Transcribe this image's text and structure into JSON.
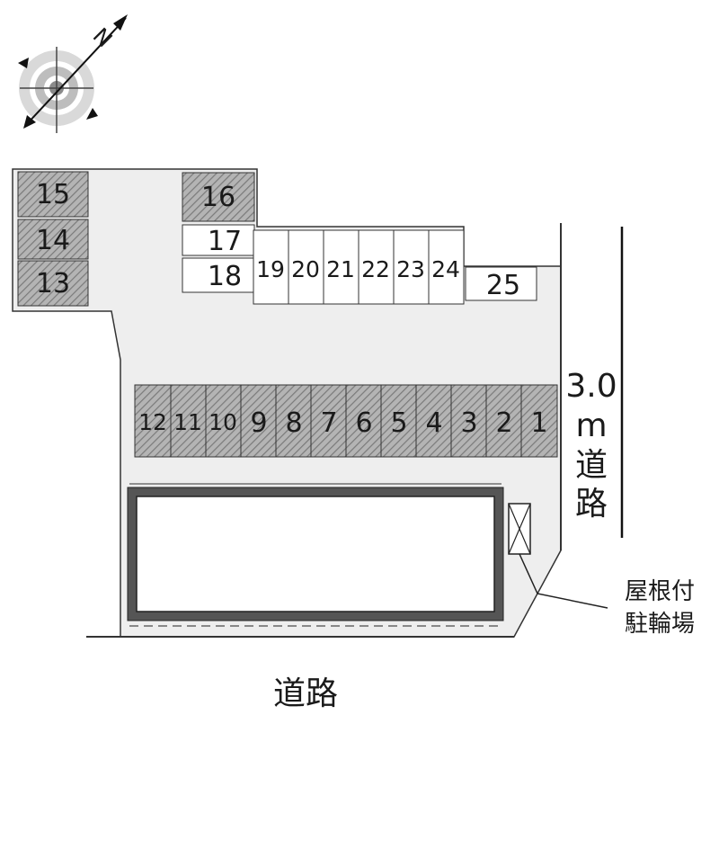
{
  "compass": {
    "north_label": "N",
    "icon": "compass-rose-icon"
  },
  "colors": {
    "lot": "#eeeeee",
    "line": "#222222",
    "hatch": "#9a9a9a",
    "building_frame": "#555555"
  },
  "spaces": {
    "s1": "1",
    "s2": "2",
    "s3": "3",
    "s4": "4",
    "s5": "5",
    "s6": "6",
    "s7": "7",
    "s8": "8",
    "s9": "9",
    "s10": "10",
    "s11": "11",
    "s12": "12",
    "s13": "13",
    "s14": "14",
    "s15": "15",
    "s16": "16",
    "s17": "17",
    "s18": "18",
    "s19": "19",
    "s20": "20",
    "s21": "21",
    "s22": "22",
    "s23": "23",
    "s24": "24",
    "s25": "25"
  },
  "labels": {
    "east_road_width": "3.0",
    "east_road_unit": "m",
    "east_road_char1": "道",
    "east_road_char2": "路",
    "south_road": "道路",
    "bike_parking_line1": "屋根付",
    "bike_parking_line2": "駐輪場"
  }
}
